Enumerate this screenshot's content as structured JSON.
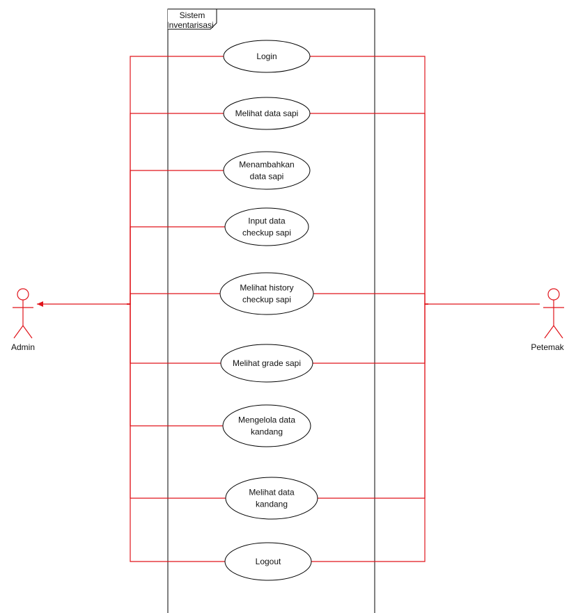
{
  "system": {
    "label_lines": [
      "Sistem",
      "Inventarisasi"
    ]
  },
  "actors": {
    "left": {
      "label": "Admin"
    },
    "right": {
      "label": "Petemak"
    }
  },
  "use_cases": [
    {
      "id": "login",
      "lines": [
        "Login"
      ]
    },
    {
      "id": "melihat-data-sapi",
      "lines": [
        "Melihat data sapi"
      ]
    },
    {
      "id": "menambahkan-data-sapi",
      "lines": [
        "Menambahkan",
        "data sapi"
      ]
    },
    {
      "id": "input-data-checkup-sapi",
      "lines": [
        "Input data",
        "checkup sapi"
      ]
    },
    {
      "id": "melihat-history-checkup-sapi",
      "lines": [
        "Melihat history",
        "checkup sapi"
      ]
    },
    {
      "id": "melihat-grade-sapi",
      "lines": [
        "Melihat grade sapi"
      ]
    },
    {
      "id": "mengelola-data-kandang",
      "lines": [
        "Mengelola data",
        "kandang"
      ]
    },
    {
      "id": "melihat-data-kandang",
      "lines": [
        "Melihat data",
        "kandang"
      ]
    },
    {
      "id": "logout",
      "lines": [
        "Logout"
      ]
    }
  ],
  "links": {
    "admin": [
      "login",
      "melihat-data-sapi",
      "menambahkan-data-sapi",
      "input-data-checkup-sapi",
      "melihat-history-checkup-sapi",
      "melihat-grade-sapi",
      "mengelola-data-kandang",
      "melihat-data-kandang",
      "logout"
    ],
    "petemak": [
      "login",
      "melihat-data-sapi",
      "melihat-history-checkup-sapi",
      "melihat-grade-sapi",
      "melihat-data-kandang",
      "logout"
    ]
  },
  "colors": {
    "connector": "#e0141b",
    "outline": "#000000",
    "background": "#ffffff"
  }
}
